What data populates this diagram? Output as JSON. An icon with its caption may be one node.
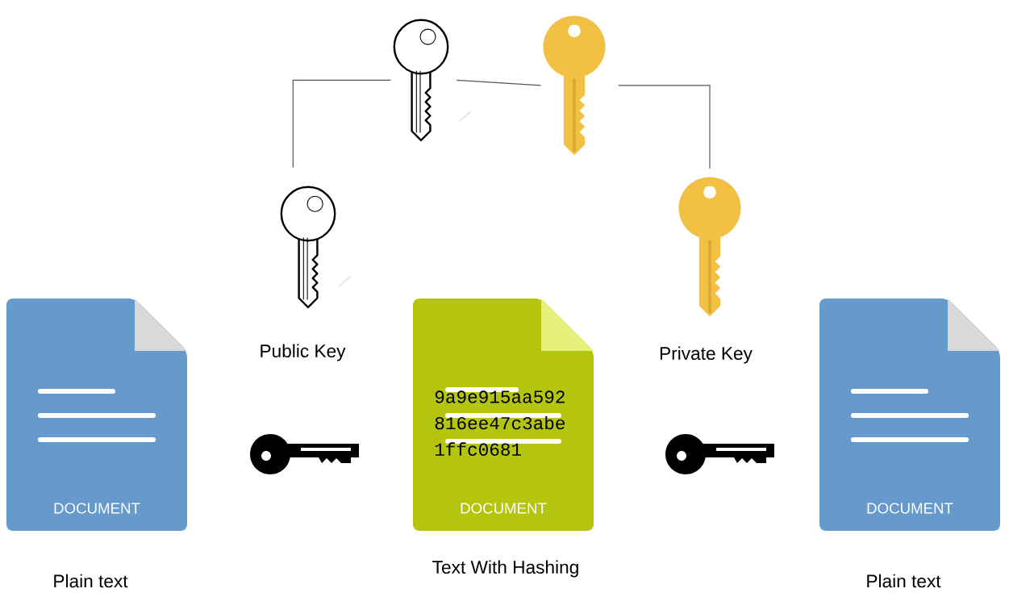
{
  "diagram": {
    "nodes": [
      {
        "text": [
          "DOCUMENT"
        ],
        "beside": [
          "Plain text"
        ]
      },
      {
        "text": [],
        "shape": "key",
        "beside": [
          "Public Key"
        ]
      },
      {
        "text": [],
        "shape": "key"
      },
      {
        "text": [],
        "shape": "key"
      },
      {
        "text": [],
        "shape": "key",
        "beside": [
          "Private Key"
        ]
      },
      {
        "text": [
          "9a9e915aa592 816ee47c3abe 1ffc0681",
          "DOCUMENT"
        ],
        "beside": [
          "Text With Hashing"
        ]
      },
      {
        "text": [
          "DOCUMENT"
        ],
        "beside": [
          "Plain text"
        ]
      }
    ],
    "edges": [
      {
        "from": 1,
        "to": 2,
        "arrow": "none"
      },
      {
        "from": 2,
        "to": 3,
        "arrow": "none"
      },
      {
        "from": 3,
        "to": 4,
        "arrow": "none"
      }
    ]
  }
}
